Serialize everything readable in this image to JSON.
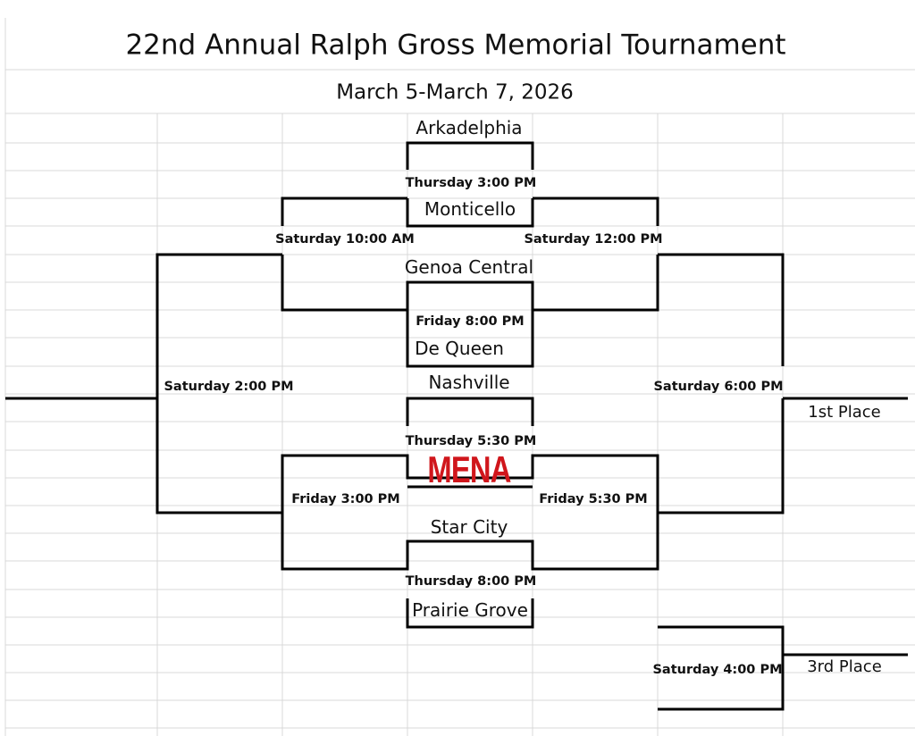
{
  "header": {
    "title": "22nd Annual Ralph Gross Memorial Tournament",
    "dates": "March 5-March 7, 2026"
  },
  "teams": {
    "arkadelphia": "Arkadelphia",
    "monticello": "Monticello",
    "genoa_central": "Genoa Central",
    "de_queen": "De Queen",
    "nashville": "Nashville",
    "mena": "MENA",
    "star_city": "Star City",
    "prairie_grove": "Prairie Grove"
  },
  "games": {
    "thu_300": "Thursday 3:00 PM",
    "fri_800": "Friday 8:00 PM",
    "thu_530": "Thursday 5:30 PM",
    "thu_800": "Thursday 8:00 PM",
    "sat_1000": "Saturday 10:00 AM",
    "sat_1200": "Saturday 12:00 PM",
    "fri_300": "Friday 3:00 PM",
    "fri_530": "Friday 5:30 PM",
    "sat_200": "Saturday 2:00 PM",
    "sat_600": "Saturday 6:00 PM",
    "sat_400": "Saturday 4:00 PM"
  },
  "places": {
    "first": "1st Place",
    "third": "3rd Place"
  },
  "colors": {
    "grid": "#d9d9d9",
    "line": "#000000",
    "logo": "#d0161c"
  }
}
